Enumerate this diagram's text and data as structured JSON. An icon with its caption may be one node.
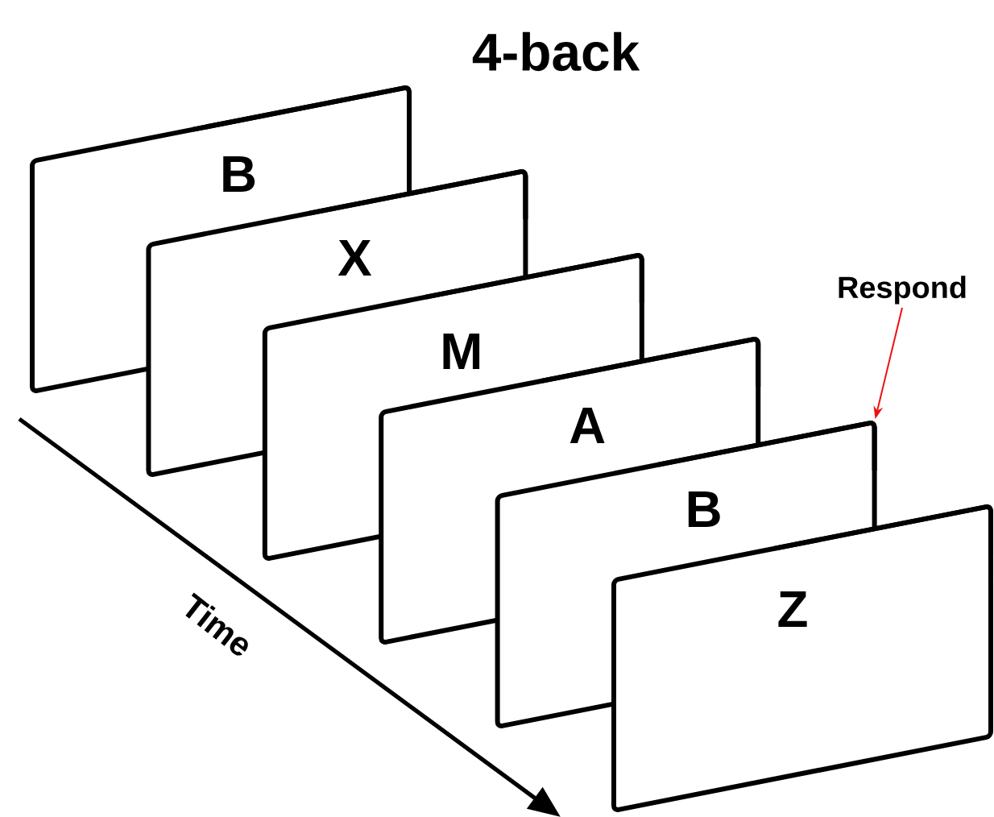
{
  "diagram": {
    "title": "4-back",
    "nodes": [
      {
        "text": [
          "B"
        ]
      },
      {
        "text": [
          "X"
        ]
      },
      {
        "text": [
          "M"
        ]
      },
      {
        "text": [
          "A"
        ]
      },
      {
        "text": [
          "B"
        ]
      },
      {
        "text": [
          "Z"
        ]
      },
      {
        "text": [
          "Respond"
        ]
      }
    ],
    "edges": [
      {
        "from": 6,
        "to": 4,
        "arrow": "to",
        "color": "#ee1111"
      }
    ],
    "labels": [
      "Time"
    ]
  }
}
